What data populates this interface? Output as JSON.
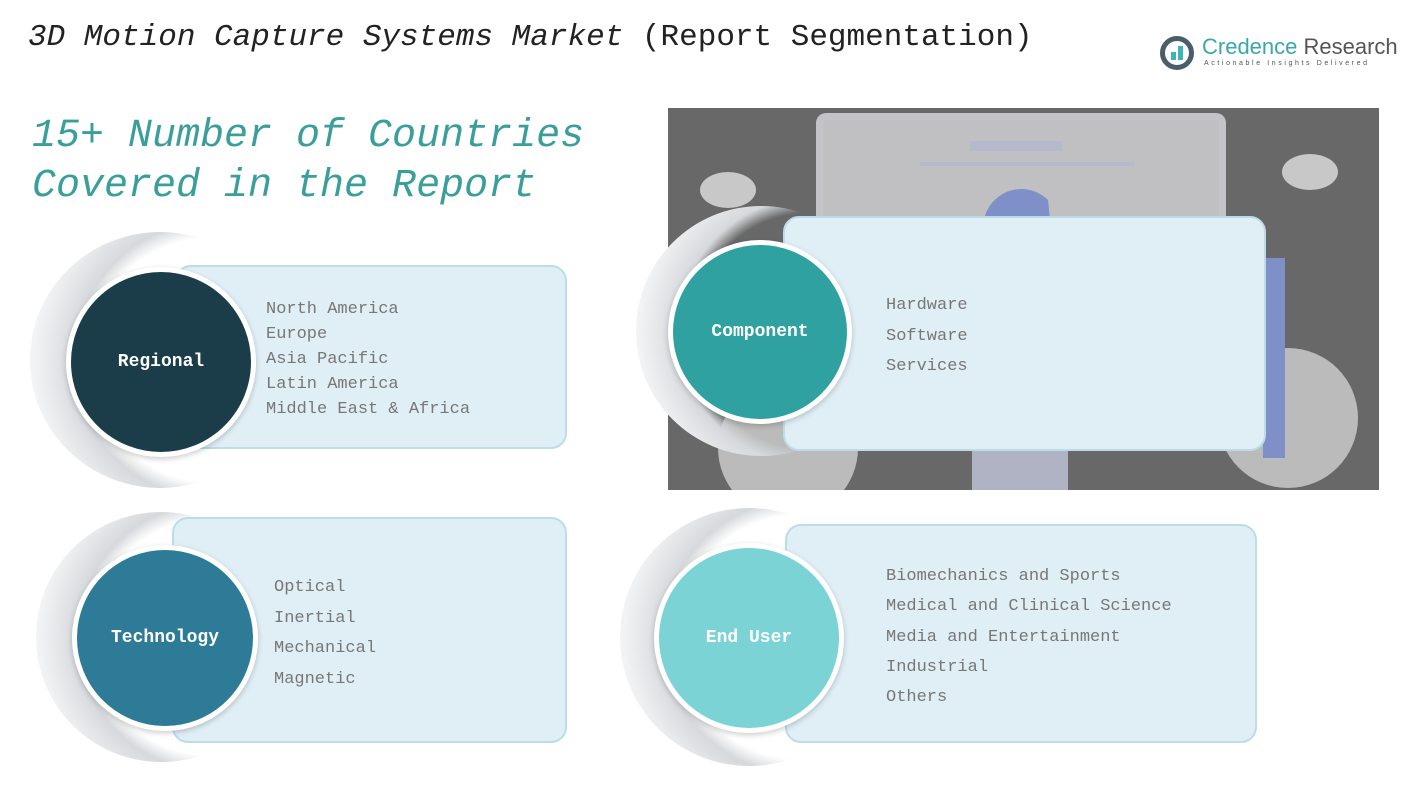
{
  "title": {
    "italic": "3D Motion Capture Systems Market ",
    "normal": "(Report Segmentation)"
  },
  "logo": {
    "name_a": "Credence",
    "name_b": " Research",
    "tagline": "Actionable Insights Delivered"
  },
  "subtitle": {
    "line1": "15+ Number of Countries",
    "line2": "Covered in the Report"
  },
  "segments": [
    {
      "label": "Regional",
      "color": "#1b3d49",
      "items": [
        "North America",
        "Europe",
        "Asia Pacific",
        "Latin America",
        "Middle East & Africa"
      ]
    },
    {
      "label": "Component",
      "color": "#2fa1a1",
      "items": [
        "Hardware",
        "Software",
        "Services"
      ]
    },
    {
      "label": "Technology",
      "color": "#2d7b97",
      "items": [
        "Optical",
        "Inertial",
        "Mechanical",
        "Magnetic"
      ]
    },
    {
      "label": "End User",
      "color": "#7bd3d6",
      "items": [
        "Biomechanics and Sports",
        "Medical and Clinical Science",
        "Media and Entertainment",
        "Industrial",
        "Others"
      ]
    }
  ]
}
